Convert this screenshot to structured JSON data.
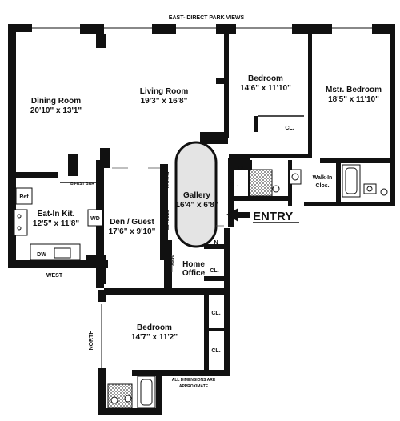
{
  "labels": {
    "east_views": "EAST- DIRECT PARK VIEWS",
    "west": "WEST",
    "north": "NORTH",
    "entry": "ENTRY",
    "dimensions_note_1": "ALL DIMENSIONS ARE",
    "dimensions_note_2": "APPROXIMATE"
  },
  "rooms": {
    "dining": {
      "name": "Dining Room",
      "dims": "20'10\" x 13'1\""
    },
    "living": {
      "name": "Living Room",
      "dims": "19'3\" x 16'8\""
    },
    "bedroom_east": {
      "name": "Bedroom",
      "dims": "14'6\" x 11'10\""
    },
    "master_bedroom": {
      "name": "Mstr. Bedroom",
      "dims": "18'5\" x 11'10\""
    },
    "gallery": {
      "name": "Gallery",
      "dims": "16'4\" x 6'8\""
    },
    "kitchen": {
      "name": "Eat-In Kit.",
      "dims": "12'5\" x 11'8\""
    },
    "den": {
      "name": "Den / Guest",
      "dims": "17'6\" x 9'10\""
    },
    "home_office": {
      "name1": "Home",
      "name2": "Office"
    },
    "bedroom_south": {
      "name": "Bedroom",
      "dims": "14'7\" x 11'2\""
    },
    "walk_in": {
      "name1": "Walk-In",
      "name2": "Clos."
    }
  },
  "fixtures": {
    "ref": "Ref",
    "wd": "WD",
    "dw": "DW",
    "bfast_bar": "B'FAST BAR",
    "built_in": "BUILT-IN",
    "storage": "STORAGE",
    "desk": "DESK",
    "closet": "CL.",
    "north_arrow": "N"
  }
}
